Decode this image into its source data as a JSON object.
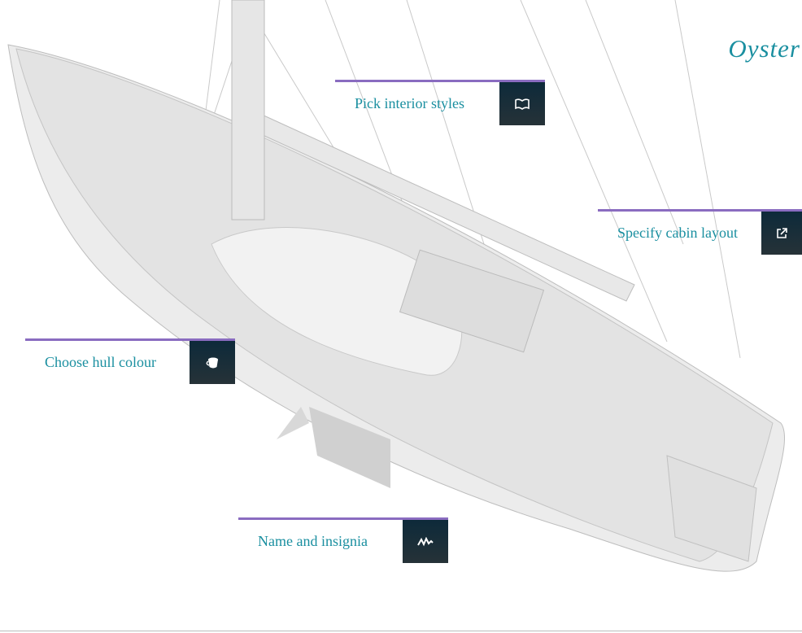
{
  "brand": "Oyster",
  "callouts": [
    {
      "label": "Pick interior styles",
      "icon": "book-open-icon"
    },
    {
      "label": "Specify cabin layout",
      "icon": "external-link-icon"
    },
    {
      "label": "Choose hull colour",
      "icon": "paint-bucket-icon"
    },
    {
      "label": "Name and insignia",
      "icon": "signature-icon"
    }
  ],
  "colors": {
    "accent": "#8a6cc0",
    "text": "#1a8fa0",
    "icon_bg": "#0d2a3a"
  }
}
